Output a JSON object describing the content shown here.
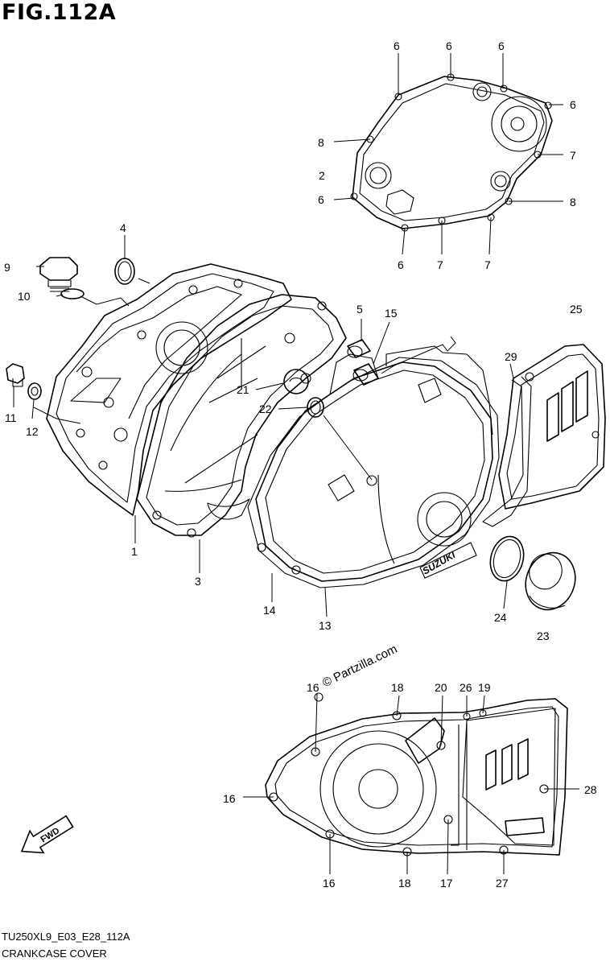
{
  "figure": {
    "title": "FIG.112A",
    "code": "TU250XL9_E03_E28_112A",
    "name": "CRANKCASE COVER",
    "watermark": "© Partzilla.com",
    "fwd": "FWD",
    "brand": "SUZUKI"
  },
  "callouts": {
    "c1": "1",
    "c2": "2",
    "c3": "3",
    "c4": "4",
    "c5": "5",
    "c6a": "6",
    "c6b": "6",
    "c6c": "6",
    "c6d": "6",
    "c6e": "6",
    "c6f": "6",
    "c7a": "7",
    "c7b": "7",
    "c7c": "7",
    "c8a": "8",
    "c8b": "8",
    "c9": "9",
    "c10": "10",
    "c11": "11",
    "c12": "12",
    "c13": "13",
    "c14": "14",
    "c15": "15",
    "c16a": "16",
    "c16b": "16",
    "c16c": "16",
    "c17": "17",
    "c18a": "18",
    "c18b": "18",
    "c19": "19",
    "c20": "20",
    "c21": "21",
    "c22": "22",
    "c23": "23",
    "c24": "24",
    "c25": "25",
    "c26": "26",
    "c27": "27",
    "c28": "28",
    "c29": "29"
  }
}
